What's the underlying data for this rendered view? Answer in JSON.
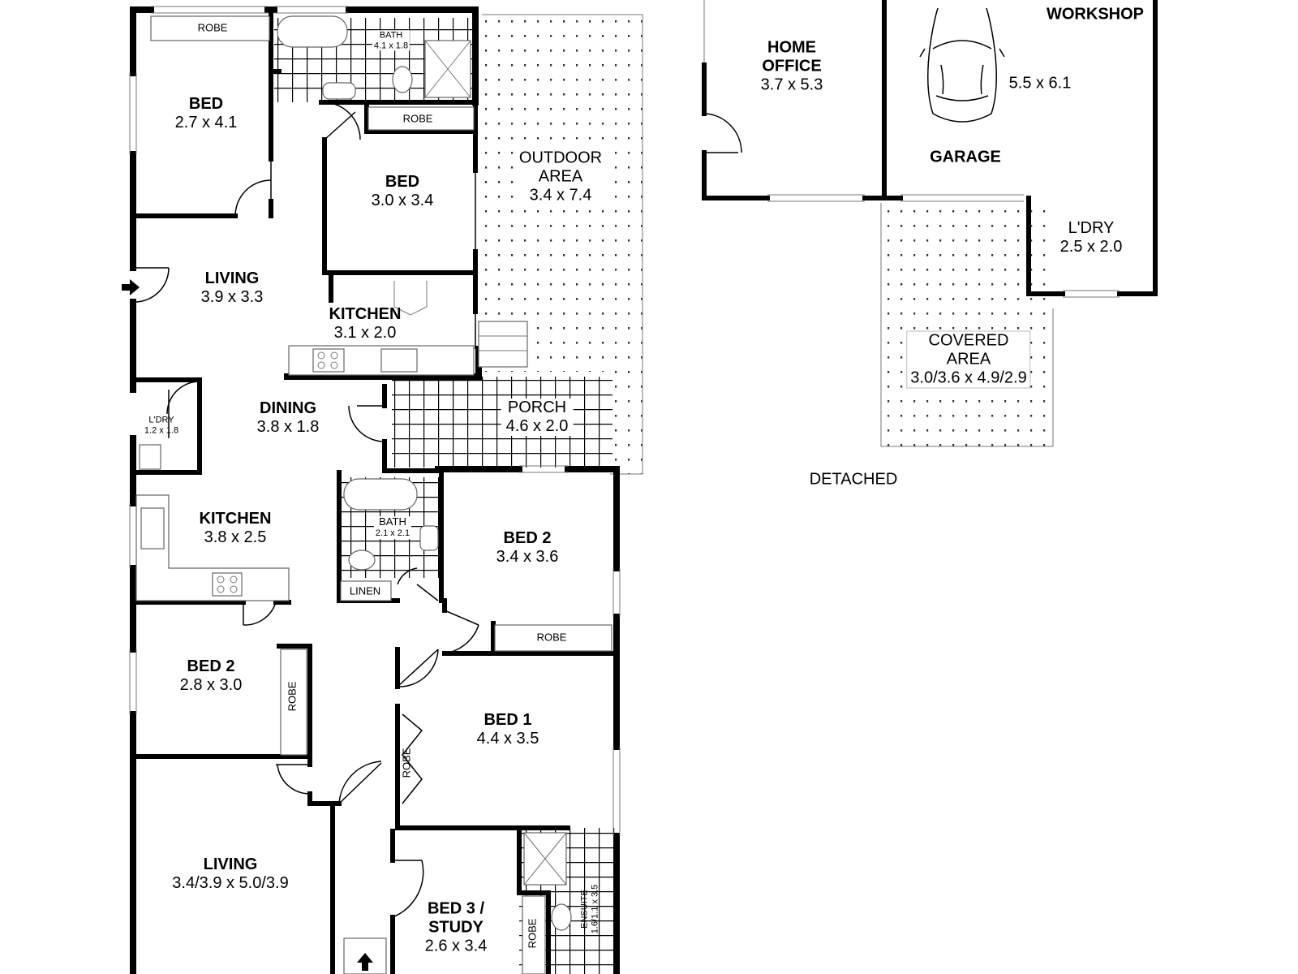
{
  "rooms": {
    "bed_top_left": {
      "name": "BED",
      "dims": "2.7 x 4.1",
      "robe": "ROBE"
    },
    "bath_top": {
      "name": "BATH",
      "dims": "4.1 x 1.8"
    },
    "bed_top_mid": {
      "name": "BED",
      "dims": "3.0 x 3.4",
      "robe": "ROBE"
    },
    "outdoor": {
      "name": "OUTDOOR",
      "name2": "AREA",
      "dims": "3.4 x 7.4"
    },
    "living_top": {
      "name": "LIVING",
      "dims": "3.9 x 3.3"
    },
    "kitchen_top": {
      "name": "KITCHEN",
      "dims": "3.1 x 2.0"
    },
    "dining": {
      "name": "DINING",
      "dims": "3.8 x 1.8"
    },
    "laundry_small": {
      "name": "L'DRY",
      "dims": "1.2 x 1.8"
    },
    "porch": {
      "name": "PORCH",
      "dims": "4.6 x 2.0"
    },
    "kitchen_main": {
      "name": "KITCHEN",
      "dims": "3.8 x 2.5"
    },
    "bath_mid": {
      "name": "BATH",
      "dims": "2.1 x 2.1"
    },
    "linen": {
      "name": "LINEN"
    },
    "bed2_right": {
      "name": "BED 2",
      "dims": "3.4 x 3.6",
      "robe": "ROBE"
    },
    "bed2_left": {
      "name": "BED 2",
      "dims": "2.8 x 3.0",
      "robe": "ROBE"
    },
    "bed1": {
      "name": "BED 1",
      "dims": "4.4 x 3.5",
      "robe": "ROBE"
    },
    "living_bottom": {
      "name": "LIVING",
      "dims": "3.4/3.9 x 5.0/3.9"
    },
    "bed3": {
      "name": "BED 3 /",
      "name2": "STUDY",
      "dims": "2.6 x 3.4",
      "robe": "ROBE"
    },
    "ensuite": {
      "name": "ENSUITE",
      "dims": "1.6/1.1 x 3.5"
    },
    "home_office": {
      "name": "HOME",
      "name2": "OFFICE",
      "dims": "3.7 x 5.3"
    },
    "workshop": {
      "name": "WORKSHOP",
      "dims": "5.5 x 6.1"
    },
    "garage": {
      "name": "GARAGE"
    },
    "laundry_det": {
      "name": "L'DRY",
      "dims": "2.5 x 2.0"
    },
    "covered": {
      "name": "COVERED",
      "name2": "AREA",
      "dims": "3.0/3.6 x 4.9/2.9"
    }
  },
  "detached_label": "DETACHED",
  "icons": {
    "entry": "entry-arrow-icon",
    "car": "car-icon"
  }
}
